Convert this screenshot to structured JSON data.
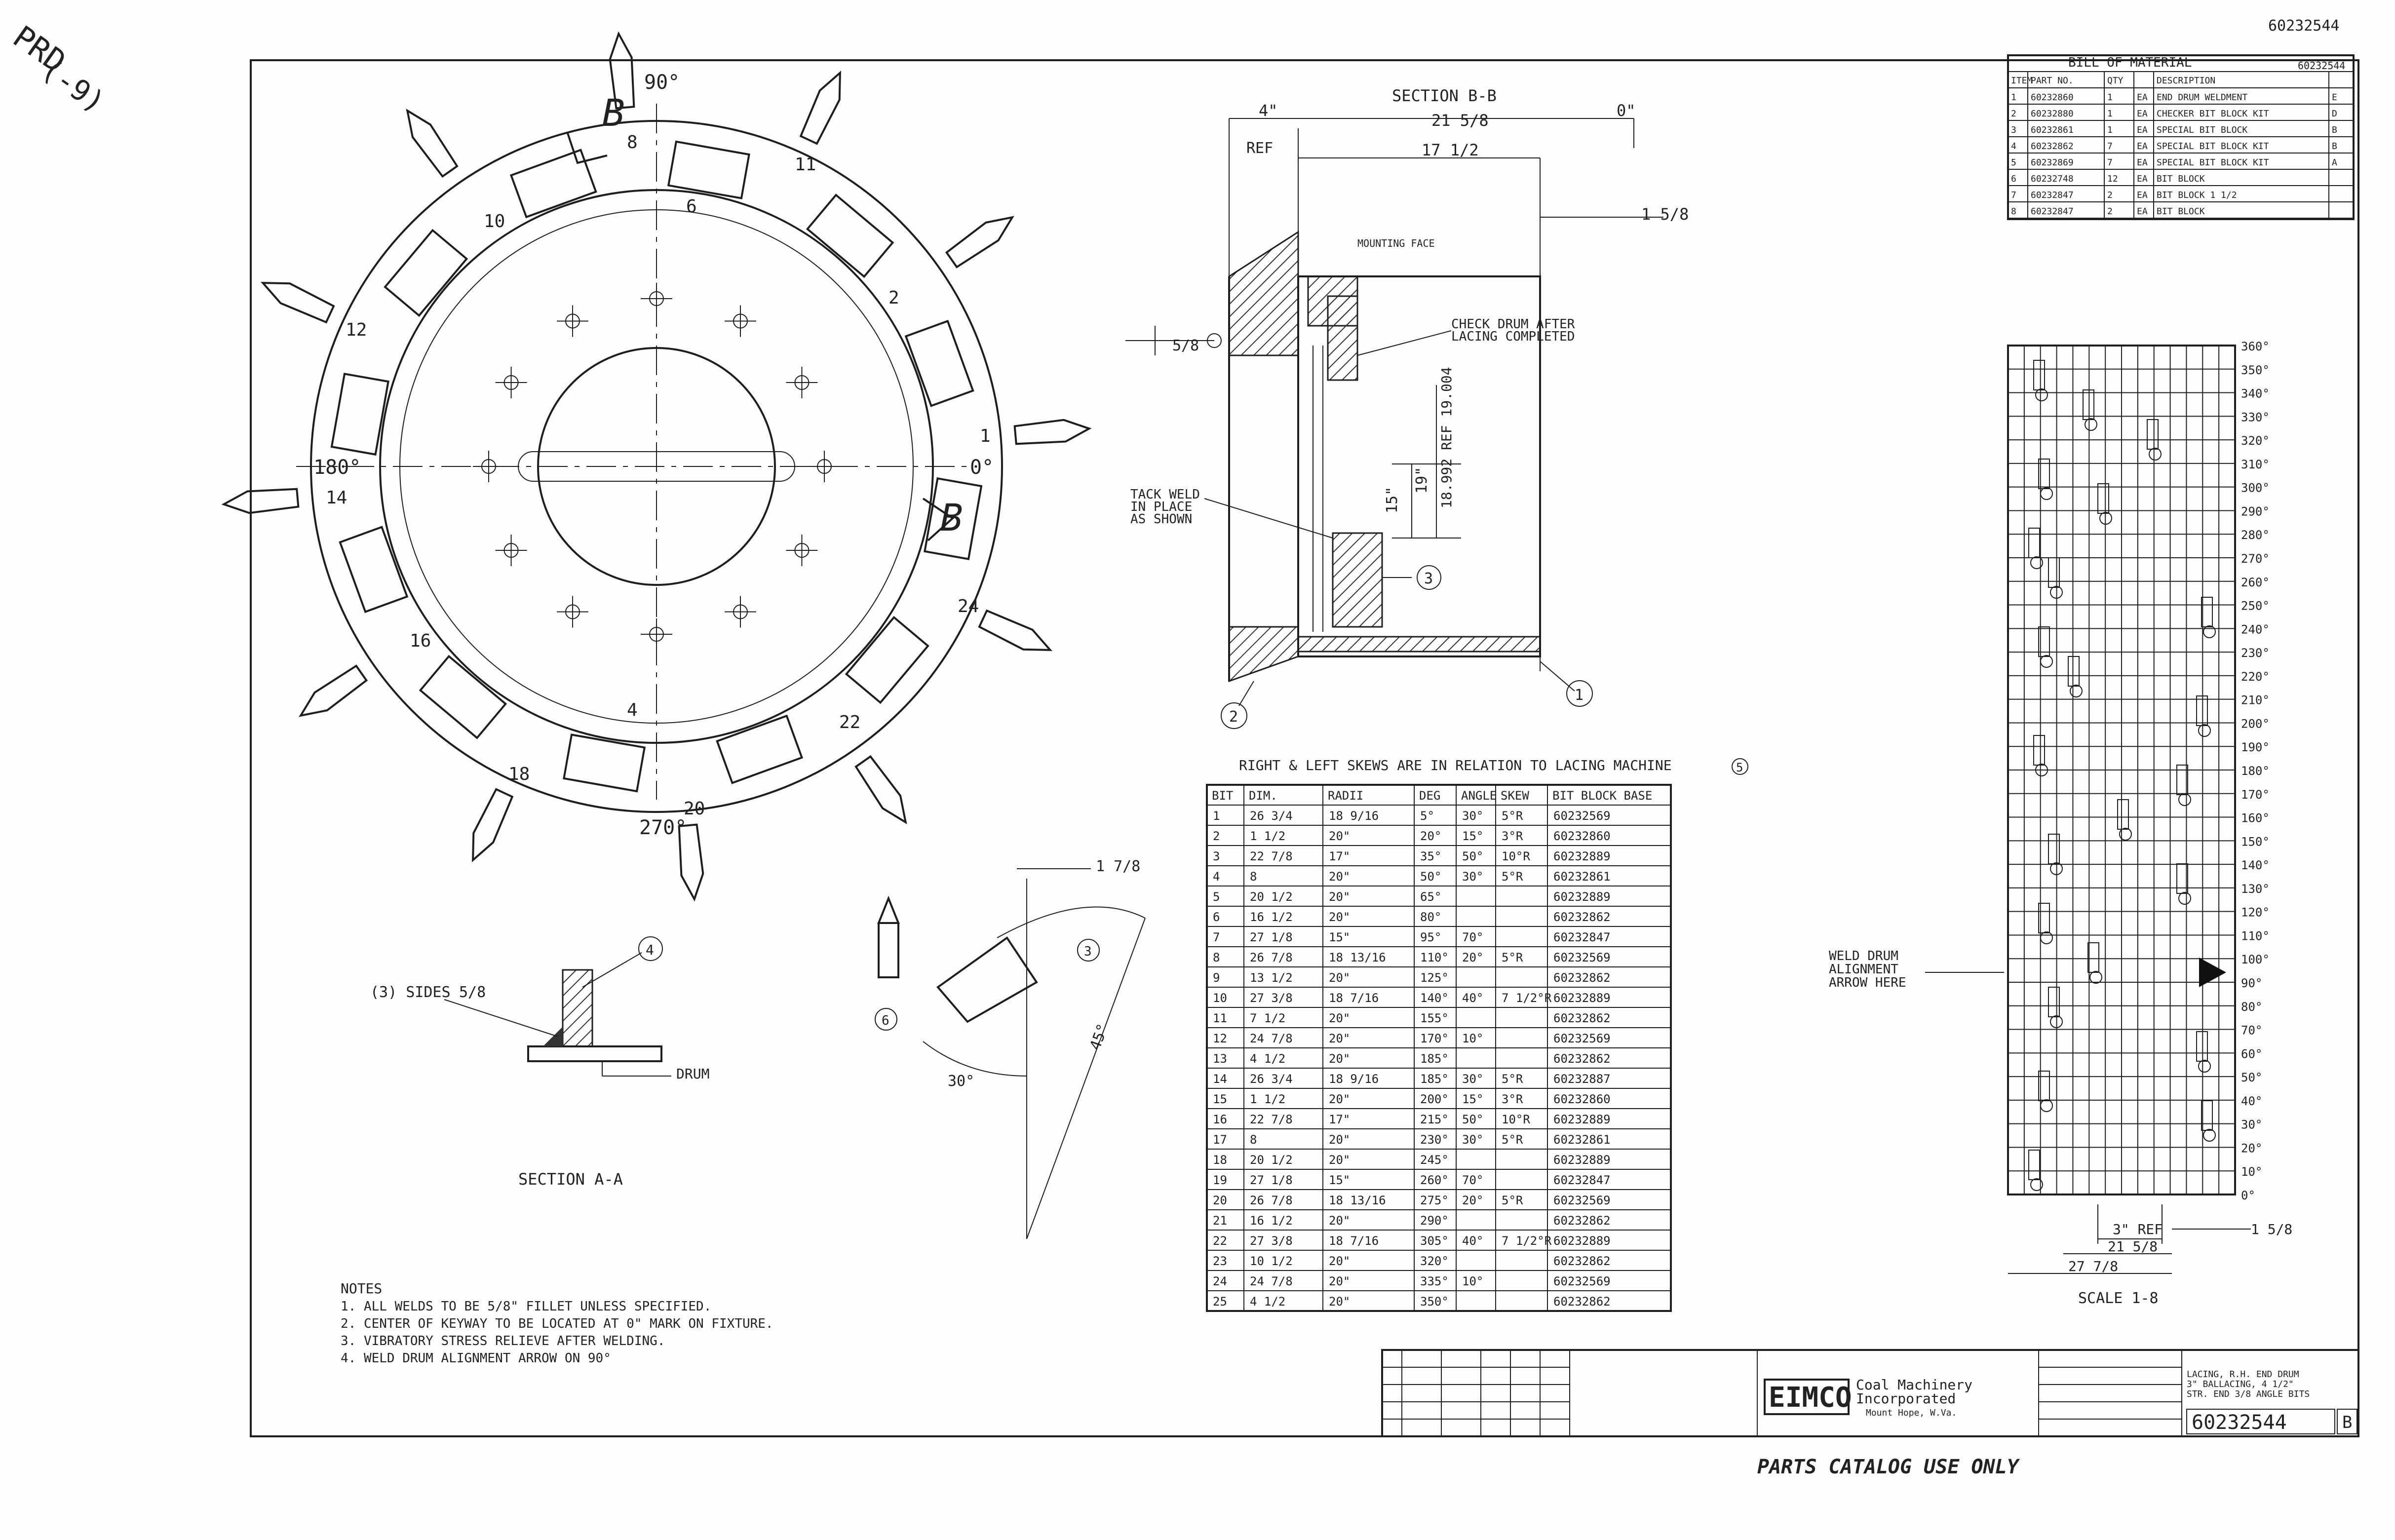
{
  "doc": {
    "top_right_no": "60232544",
    "margin_note_a": "PRD",
    "margin_note_b": "(-9)",
    "footer_stamp": "PARTS CATALOG USE ONLY"
  },
  "view_main": {
    "deg_90": "90°",
    "deg_0": "0°",
    "deg_180": "180°",
    "deg_270": "270°",
    "section_mark": "B",
    "bit_labels": [
      "8",
      "10",
      "11",
      "12",
      "14",
      "16",
      "18",
      "20",
      "22",
      "24",
      "2",
      "4",
      "6",
      "1"
    ]
  },
  "section_bb": {
    "title": "SECTION B-B",
    "dim_4": "4\"",
    "dim_21_5_8": "21 5/8",
    "dim_0": "0\"",
    "dim_17_1_2": "17 1/2",
    "dim_1_5_8": "1 5/8",
    "ref": "REF",
    "dim_5_8": "5/8",
    "note_check": "CHECK DRUM AFTER LACING COMPLETED",
    "note_tack": "TACK WELD IN PLACE AS SHOWN",
    "dim_15": "15\"",
    "dim_19": "19\"",
    "dim_dia": "18.992 REF 19.004",
    "bal_1": "1",
    "bal_2": "2",
    "bal_3": "3",
    "mfg_note": "MOUNTING FACE"
  },
  "section_aa": {
    "title": "SECTION A-A",
    "sides": "(3) SIDES",
    "weld": "5/8",
    "drum": "DRUM",
    "bal_4": "4"
  },
  "bit_detail": {
    "dim_1_7_8": "1 7/8",
    "angle_30": "30°",
    "angle_45": "45°",
    "bal_3": "3",
    "bal_6": "6"
  },
  "lacing_table": {
    "heading": "RIGHT & LEFT SKEWS ARE IN RELATION TO LACING MACHINE",
    "heading_bal": "5",
    "columns": [
      "BIT",
      "DIM.",
      "RADII",
      "DEG",
      "ANGLE",
      "SKEW",
      "BIT BLOCK BASE"
    ],
    "rows": [
      [
        "1",
        "26 3/4",
        "18 9/16",
        "5°",
        "30°",
        "5°R",
        "60232569"
      ],
      [
        "2",
        "1 1/2",
        "20\"",
        "20°",
        "15°",
        "3°R",
        "60232860"
      ],
      [
        "3",
        "22 7/8",
        "17\"",
        "35°",
        "50°",
        "10°R",
        "60232889"
      ],
      [
        "4",
        "8",
        "20\"",
        "50°",
        "30°",
        "5°R",
        "60232861"
      ],
      [
        "5",
        "20 1/2",
        "20\"",
        "65°",
        "",
        "",
        "60232889"
      ],
      [
        "6",
        "16 1/2",
        "20\"",
        "80°",
        "",
        "",
        "60232862"
      ],
      [
        "7",
        "27 1/8",
        "15\"",
        "95°",
        "70°",
        "",
        "60232847"
      ],
      [
        "8",
        "26 7/8",
        "18 13/16",
        "110°",
        "20°",
        "5°R",
        "60232569"
      ],
      [
        "9",
        "13 1/2",
        "20\"",
        "125°",
        "",
        "",
        "60232862"
      ],
      [
        "10",
        "27 3/8",
        "18 7/16",
        "140°",
        "40°",
        "7 1/2°R",
        "60232889"
      ],
      [
        "11",
        "7 1/2",
        "20\"",
        "155°",
        "",
        "",
        "60232862"
      ],
      [
        "12",
        "24 7/8",
        "20\"",
        "170°",
        "10°",
        "",
        "60232569"
      ],
      [
        "13",
        "4 1/2",
        "20\"",
        "185°",
        "",
        "",
        "60232862"
      ],
      [
        "14",
        "26 3/4",
        "18 9/16",
        "185°",
        "30°",
        "5°R",
        "60232887"
      ],
      [
        "15",
        "1 1/2",
        "20\"",
        "200°",
        "15°",
        "3°R",
        "60232860"
      ],
      [
        "16",
        "22 7/8",
        "17\"",
        "215°",
        "50°",
        "10°R",
        "60232889"
      ],
      [
        "17",
        "8",
        "20\"",
        "230°",
        "30°",
        "5°R",
        "60232861"
      ],
      [
        "18",
        "20 1/2",
        "20\"",
        "245°",
        "",
        "",
        "60232889"
      ],
      [
        "19",
        "27 1/8",
        "15\"",
        "260°",
        "70°",
        "",
        "60232847"
      ],
      [
        "20",
        "26 7/8",
        "18 13/16",
        "275°",
        "20°",
        "5°R",
        "60232569"
      ],
      [
        "21",
        "16 1/2",
        "20\"",
        "290°",
        "",
        "",
        "60232862"
      ],
      [
        "22",
        "27 3/8",
        "18 7/16",
        "305°",
        "40°",
        "7 1/2°R",
        "60232889"
      ],
      [
        "23",
        "10 1/2",
        "20\"",
        "320°",
        "",
        "",
        "60232862"
      ],
      [
        "24",
        "24 7/8",
        "20\"",
        "335°",
        "10°",
        "",
        "60232569"
      ],
      [
        "25",
        "4 1/2",
        "20\"",
        "350°",
        "",
        "",
        "60232862"
      ]
    ]
  },
  "bom": {
    "title": "BILL OF MATERIAL",
    "title_no": "60232544",
    "columns": [
      "ITEM",
      "PART NO.",
      "QTY",
      "",
      "DESCRIPTION",
      ""
    ],
    "rows": [
      [
        "1",
        "60232860",
        "1",
        "EA",
        "END DRUM WELDMENT",
        "E"
      ],
      [
        "2",
        "60232880",
        "1",
        "EA",
        "CHECKER BIT BLOCK KIT",
        "D"
      ],
      [
        "3",
        "60232861",
        "1",
        "EA",
        "SPECIAL BIT BLOCK",
        "B"
      ],
      [
        "4",
        "60232862",
        "7",
        "EA",
        "SPECIAL BIT BLOCK KIT",
        "B"
      ],
      [
        "5",
        "60232869",
        "7",
        "EA",
        "SPECIAL BIT BLOCK KIT",
        "A"
      ],
      [
        "6",
        "60232748",
        "12",
        "EA",
        "BIT BLOCK",
        ""
      ],
      [
        "7",
        "60232847",
        "2",
        "EA",
        "BIT BLOCK 1 1/2",
        ""
      ],
      [
        "8",
        "60232847",
        "2",
        "EA",
        "BIT BLOCK",
        ""
      ]
    ]
  },
  "layout_chart": {
    "deg_labels": [
      "360°",
      "350°",
      "340°",
      "330°",
      "320°",
      "310°",
      "300°",
      "290°",
      "280°",
      "270°",
      "260°",
      "250°",
      "240°",
      "230°",
      "220°",
      "210°",
      "200°",
      "190°",
      "180°",
      "170°",
      "160°",
      "150°",
      "140°",
      "130°",
      "120°",
      "110°",
      "100°",
      "90°",
      "80°",
      "70°",
      "60°",
      "50°",
      "40°",
      "30°",
      "20°",
      "10°",
      "0°"
    ],
    "ref": "3\" REF",
    "dim_1_5_8": "1 5/8",
    "dim_21_5_8": "21 5/8",
    "dim_27_7_8": "27 7/8",
    "scale": "SCALE 1-8",
    "weld_note": "WELD DRUM ALIGNMENT ARROW HERE"
  },
  "notes": {
    "title": "NOTES",
    "items": [
      "1. ALL WELDS TO BE 5/8\" FILLET UNLESS SPECIFIED.",
      "2. CENTER OF KEYWAY TO BE LOCATED AT 0\" MARK ON FIXTURE.",
      "3. VIBRATORY STRESS RELIEVE AFTER WELDING.",
      "4. WELD DRUM ALIGNMENT ARROW ON 90°"
    ]
  },
  "title_block": {
    "company_logo": "EIMCO",
    "company_name": "Coal Machinery Incorporated",
    "company_loc": "Mount Hope, W.Va.",
    "drawing_title": "LACING, R.H. END DRUM 3\" BALLACING, 4 1/2\" STR. END 3/8 ANGLE BITS",
    "drawing_no": "60232544",
    "rev": "B"
  }
}
